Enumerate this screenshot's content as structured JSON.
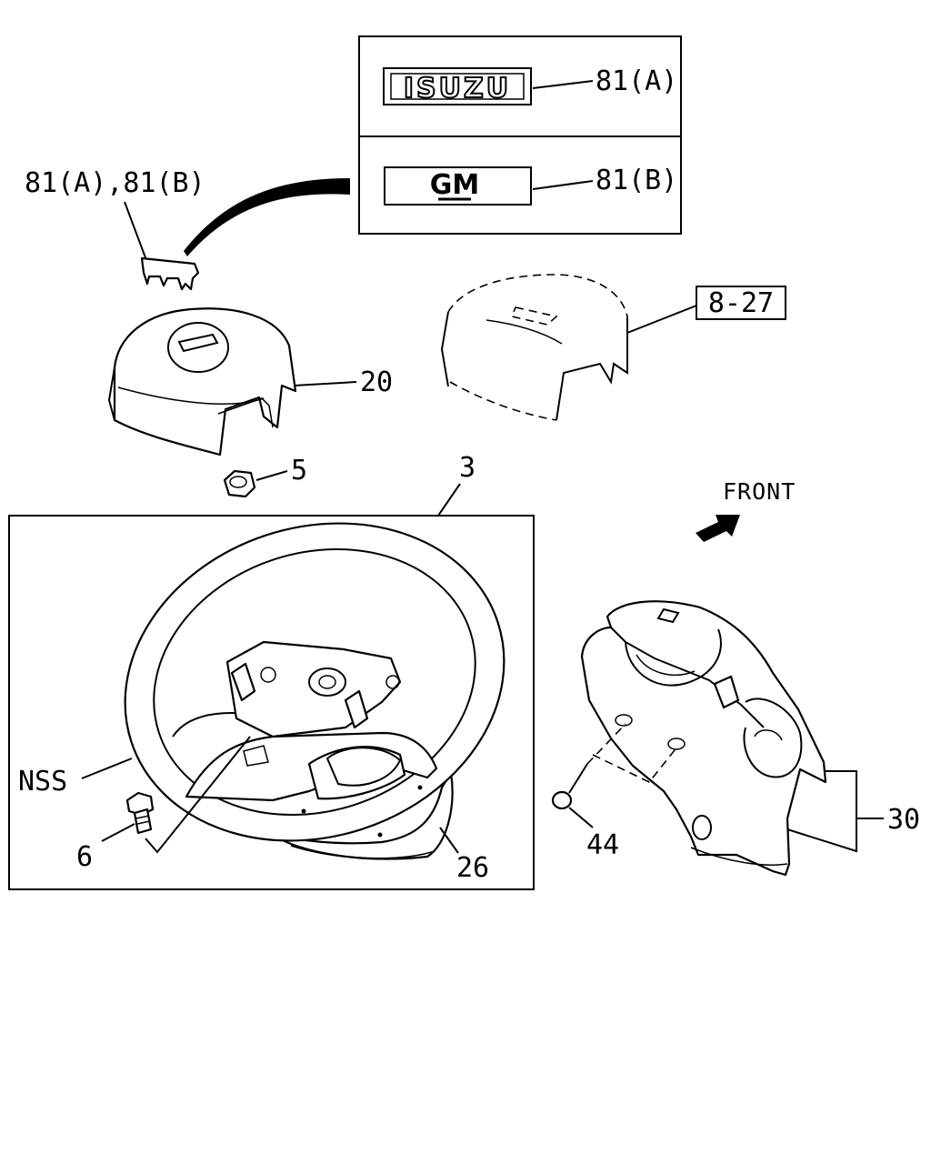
{
  "callouts": {
    "emblem_isuzu": "81(A)",
    "emblem_gm": "81(B)",
    "emblem_pair": "81(A),81(B)",
    "cover": "20",
    "ref_page": "8-27",
    "nut": "5",
    "wheel_assembly": "3",
    "front_marker": "FRONT",
    "not_serviced": "NSS",
    "bolt": "6",
    "lower_cover": "26",
    "screw": "44",
    "column_cover": "30"
  },
  "emblems": {
    "isuzu_logo_text": "ISUZU",
    "gm_logo_text": "GM"
  }
}
